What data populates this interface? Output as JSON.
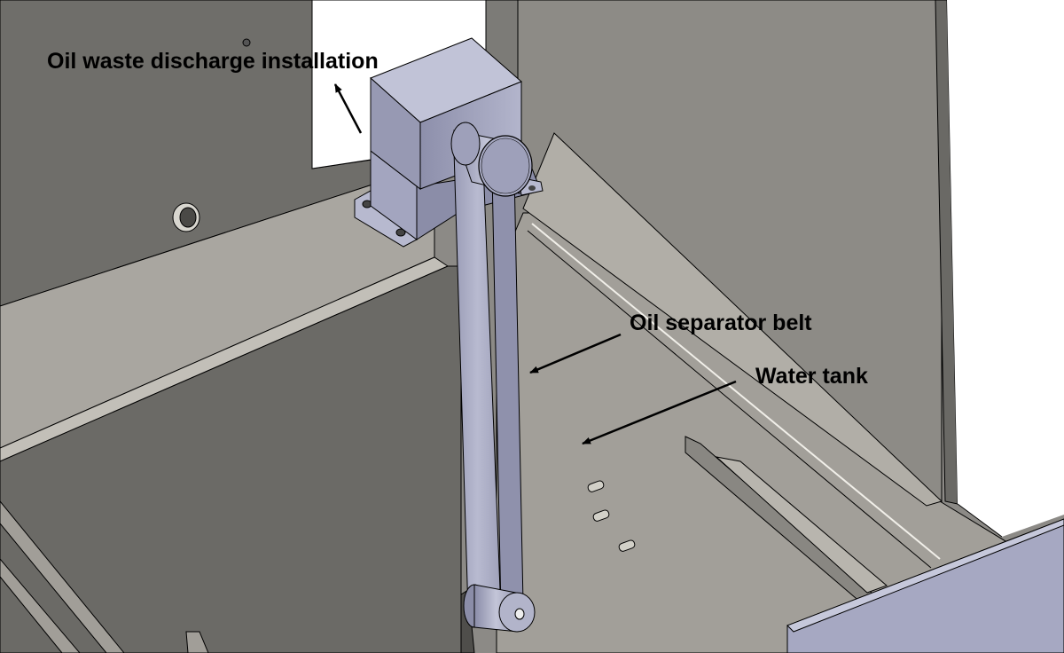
{
  "labels": {
    "discharge": "Oil waste discharge installation",
    "belt": "Oil separator belt",
    "tank": "Water tank"
  },
  "colors": {
    "wall_dark": "#6d6c68",
    "wall_mid": "#8a8883",
    "floor": "#a29f99",
    "rim": "#bcb9b2",
    "metal_blue": "#a9abc4",
    "metal_blue_dark": "#8486a1",
    "paper_white": "#ffffff",
    "outline": "#000000"
  }
}
